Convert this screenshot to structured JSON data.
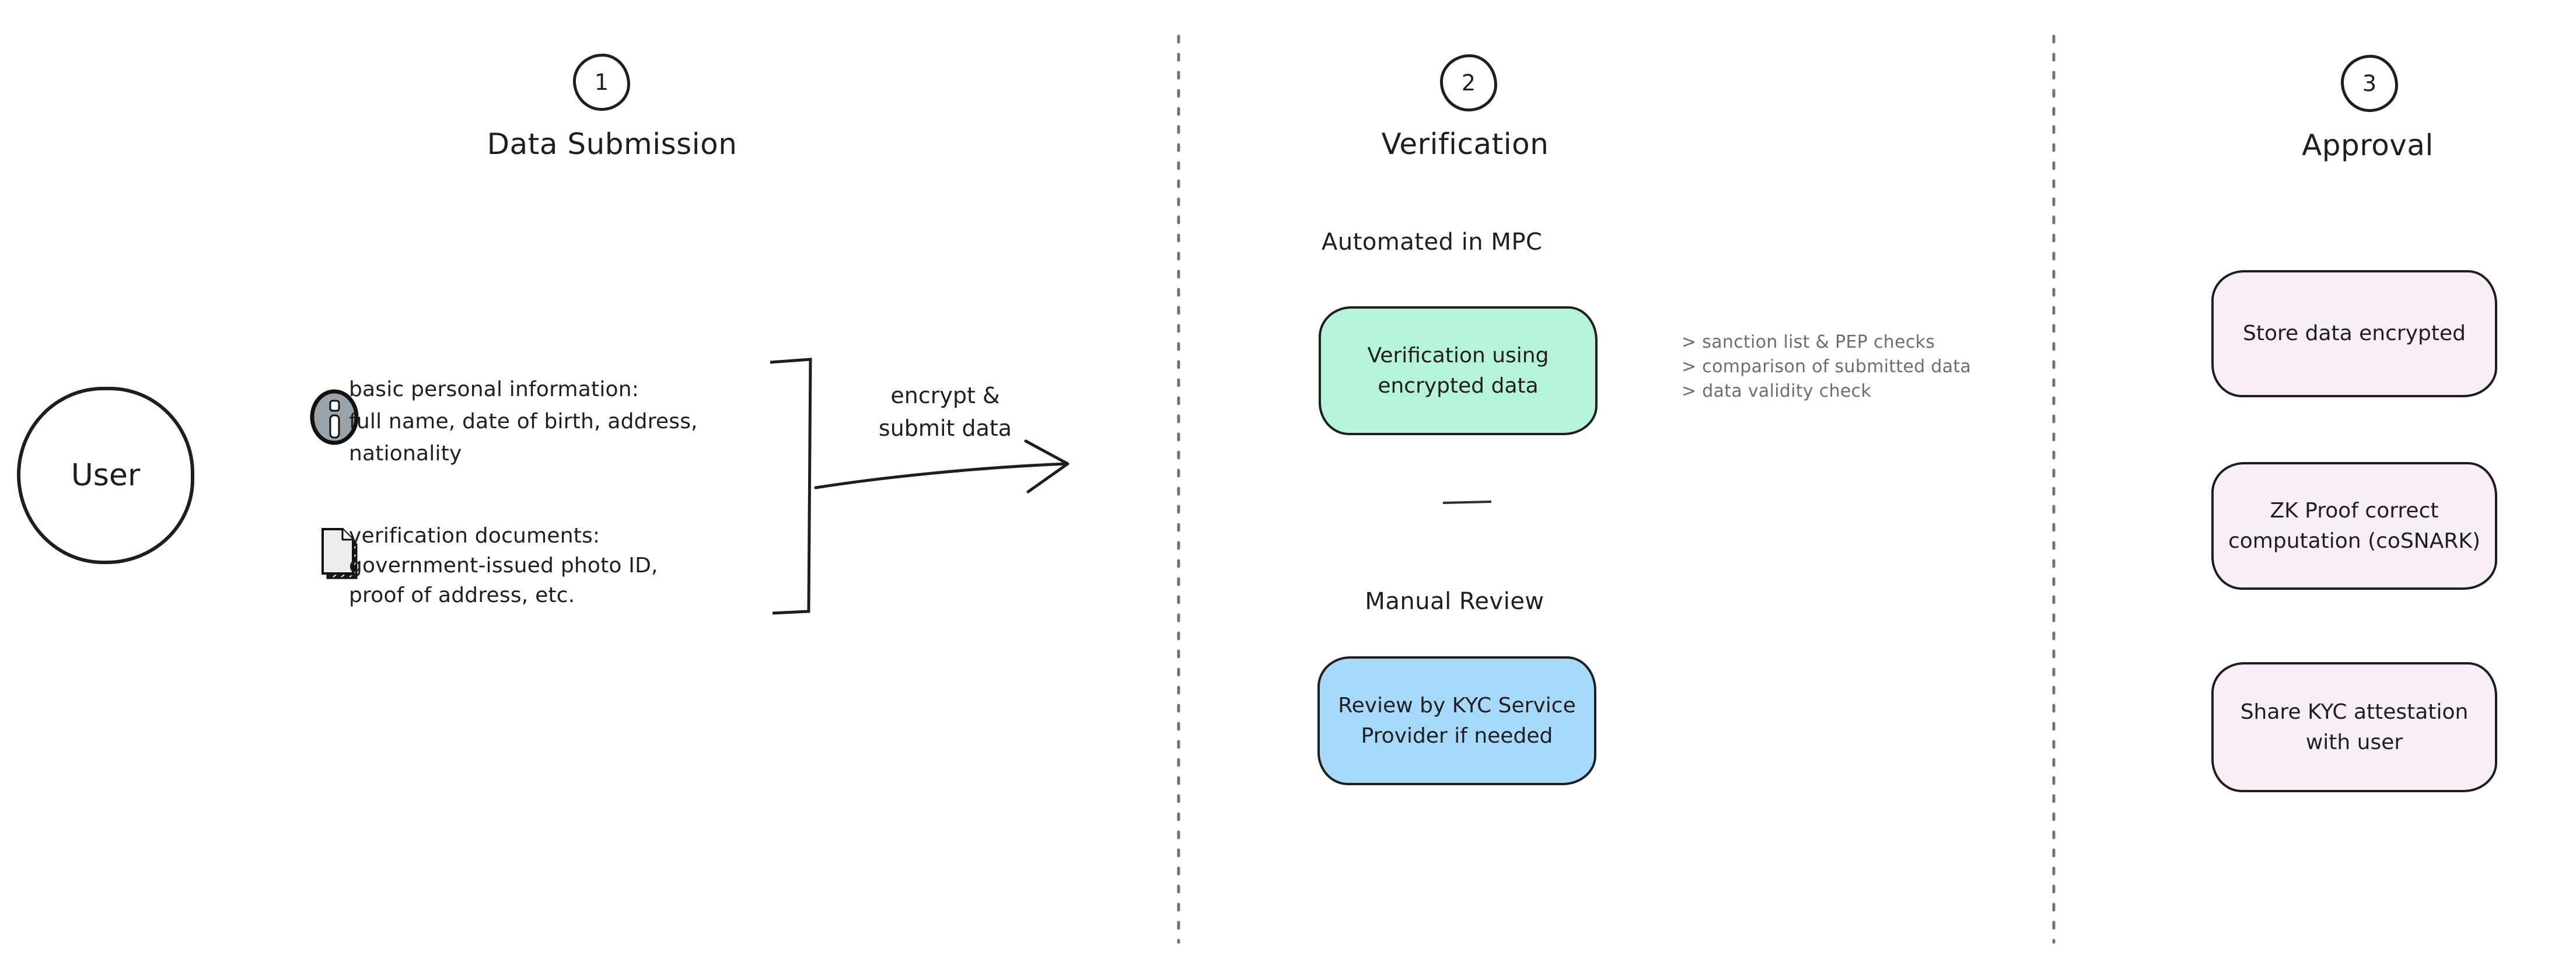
{
  "stages": [
    {
      "number": "1",
      "title": "Data Submission"
    },
    {
      "number": "2",
      "title": "Verification"
    },
    {
      "number": "3",
      "title": "Approval"
    }
  ],
  "user": {
    "label": "User"
  },
  "submission": {
    "items": [
      {
        "icon": "info-icon",
        "text": "basic personal information:\nfull name, date of birth, address,\nnationality"
      },
      {
        "icon": "document-icon",
        "text": "verification documents:\ngovernment-issued photo ID,\nproof of address, etc."
      }
    ],
    "arrow_label": "encrypt &\nsubmit data"
  },
  "verification": {
    "automated_heading": "Automated in MPC",
    "automated_box": "Verification using\nencrypted data",
    "checks": [
      "> sanction list & PEP checks",
      "> comparison of submitted data",
      "> data validity check"
    ],
    "manual_heading": "Manual Review",
    "manual_box": "Review by KYC Service\nProvider if needed"
  },
  "approval": {
    "boxes": [
      "Store data encrypted",
      "ZK Proof correct\ncomputation (coSNARK)",
      "Share KYC attestation\nwith user"
    ]
  },
  "colors": {
    "stroke": "#1e1e1e",
    "muted": "#6d6d6d",
    "mint": "#b5f4d9",
    "blue": "#a6d9fc",
    "pink": "#f7eef8",
    "icon_gray": "#9aa2aa",
    "divider_gray": "#707070"
  }
}
